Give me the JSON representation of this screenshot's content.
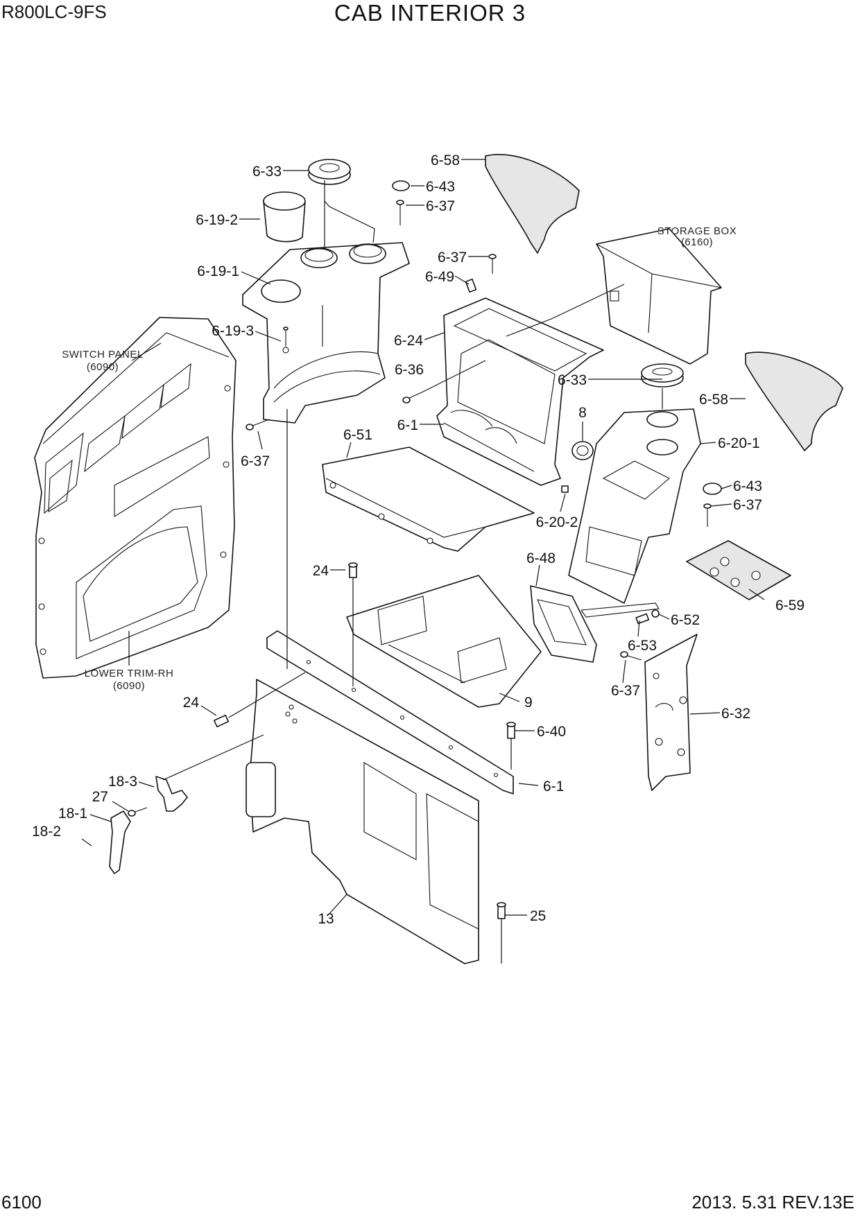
{
  "header": {
    "model": "R800LC-9FS",
    "title": "CAB INTERIOR 3"
  },
  "footer": {
    "page_number": "6100",
    "revision": "2013. 5.31  REV.13E"
  },
  "references": [
    {
      "name": "SWITCH PANEL",
      "code": "(6090)"
    },
    {
      "name": "LOWER TRIM-RH",
      "code": "(6090)"
    },
    {
      "name": "STORAGE BOX",
      "code": "(6160)"
    }
  ],
  "callouts": [
    "6-33",
    "6-19-2",
    "6-19-1",
    "6-19-3",
    "6-37",
    "6-43",
    "6-37",
    "6-58",
    "6-37",
    "6-49",
    "6-24",
    "6-36",
    "6-1",
    "6-33",
    "8",
    "6-58",
    "6-20-1",
    "6-51",
    "6-43",
    "6-37",
    "6-20-2",
    "6-48",
    "24",
    "6-59",
    "6-52",
    "6-53",
    "6-37",
    "9",
    "6-32",
    "24",
    "6-40",
    "6-1",
    "18-3",
    "27",
    "18-1",
    "18-2",
    "13",
    "25"
  ]
}
